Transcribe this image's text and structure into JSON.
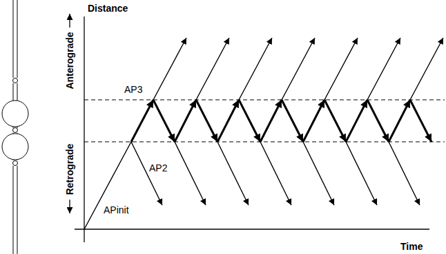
{
  "diagram": {
    "labels": [
      "Distance",
      "Anterograde",
      "Retrograde",
      "AP3",
      "AP2",
      "APinit",
      "Time"
    ]
  }
}
